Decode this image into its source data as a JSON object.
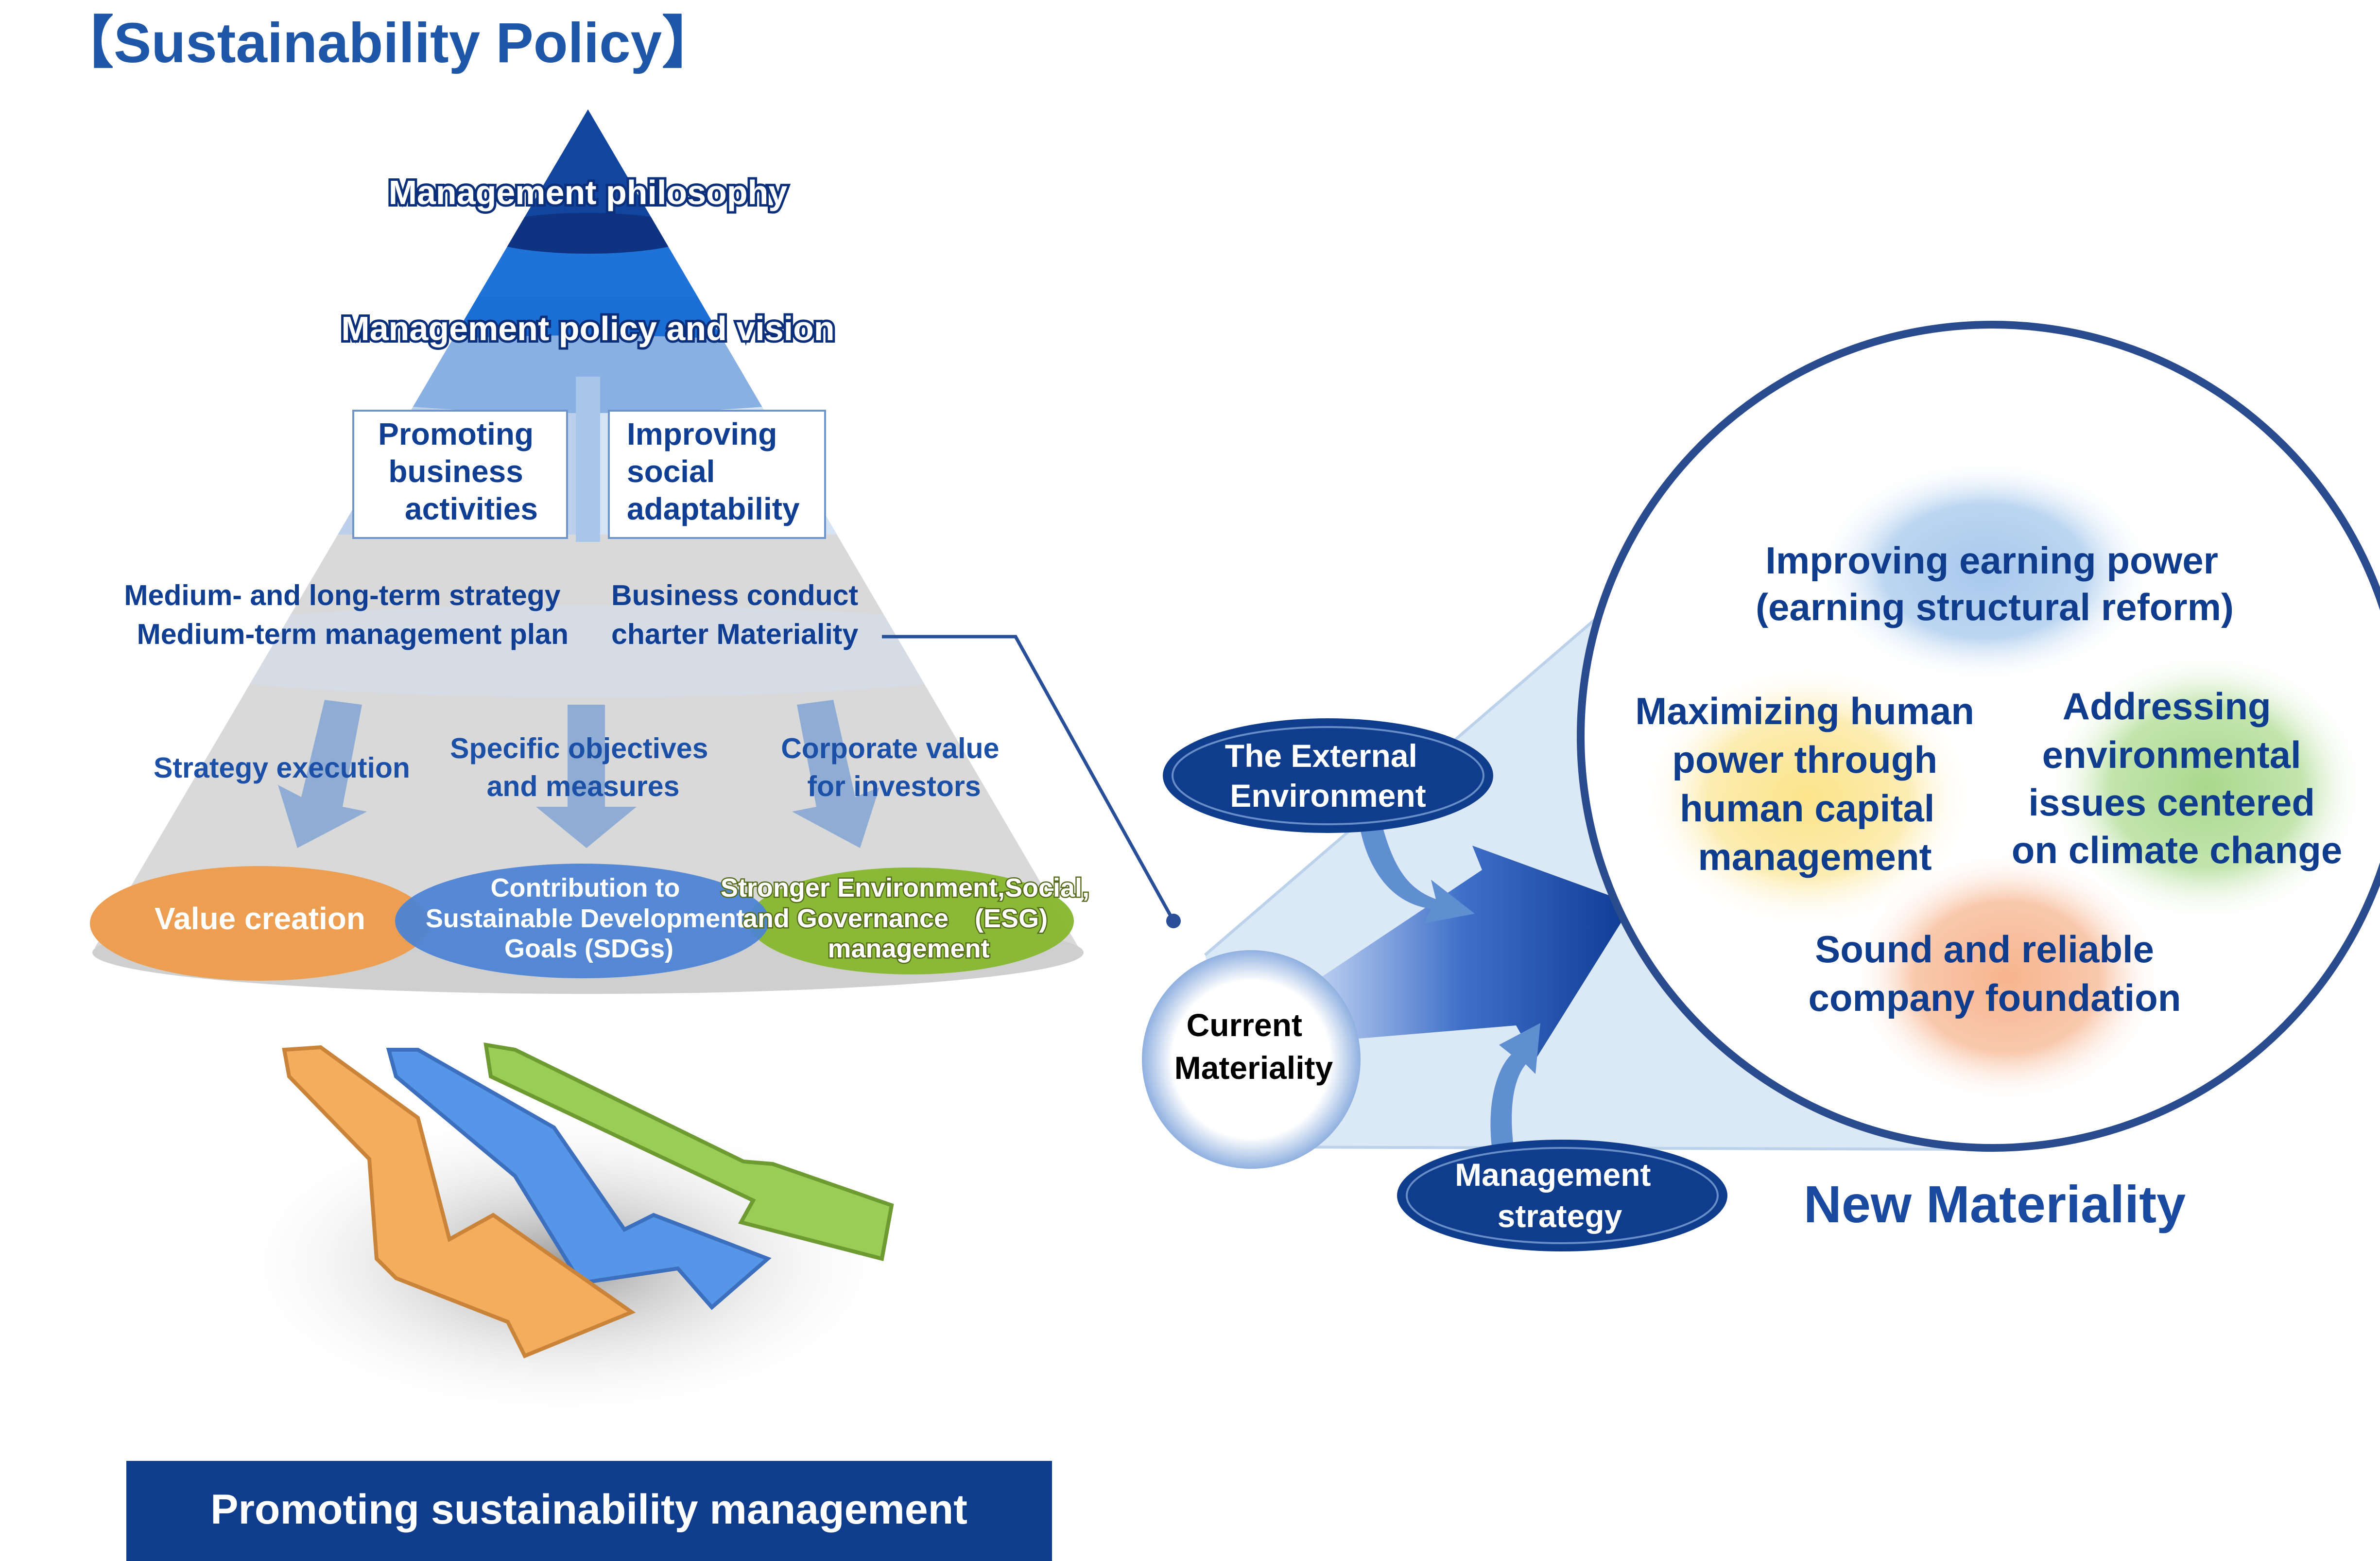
{
  "title": "【Sustainability Policy】",
  "pyramid": {
    "philosophy": "Management philosophy",
    "policy_vision": "Management policy and vision",
    "box_left": [
      "Promoting",
      "business",
      "activities"
    ],
    "box_right": [
      "Improving",
      "social",
      "adaptability"
    ],
    "plan_left": [
      "Medium- and long-term strategy",
      "Medium-term management plan"
    ],
    "plan_right": [
      "Business conduct",
      "charter Materiality"
    ],
    "exec_left": [
      "Strategy execution"
    ],
    "exec_mid": [
      "Specific objectives",
      "and measures"
    ],
    "exec_right": [
      "Corporate value",
      "for investors"
    ],
    "oval_value": "Value creation",
    "oval_sdgs": [
      "Contribution to",
      "Sustainable Development",
      "Goals (SDGs)"
    ],
    "oval_esg": [
      "Stronger Environment,Social,",
      "and Governance　(ESG)",
      "management"
    ]
  },
  "banner": "Promoting sustainability management",
  "right": {
    "current": [
      "Current",
      "Materiality"
    ],
    "external": [
      "The External",
      "Environment"
    ],
    "strategy": [
      "Management",
      "strategy"
    ],
    "m1": [
      "Improving earning power",
      "(earning structural reform)"
    ],
    "m2": [
      "Maximizing human",
      "power through",
      "human capital",
      "management"
    ],
    "m3": [
      "Addressing",
      "environmental",
      "issues centered",
      "on climate change"
    ],
    "m4": [
      "Sound and reliable",
      "company foundation"
    ],
    "new_materiality": "New Materiality"
  }
}
